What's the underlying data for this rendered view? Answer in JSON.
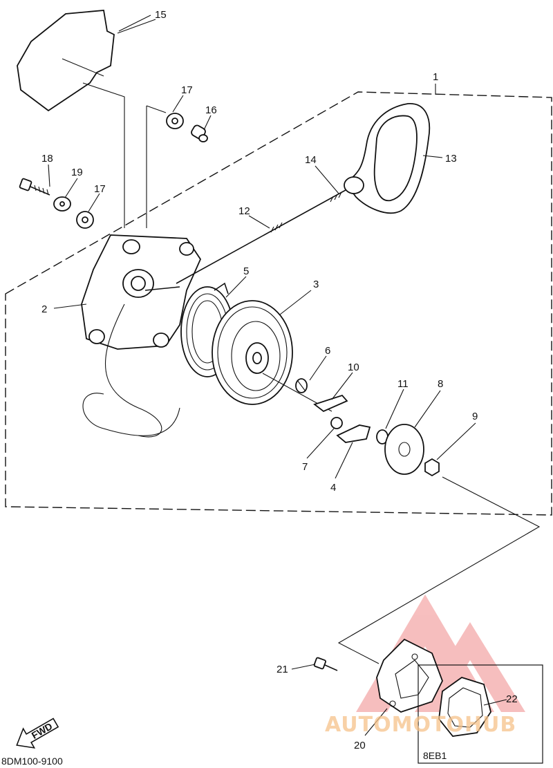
{
  "callouts": [
    {
      "id": "15",
      "text": "15"
    },
    {
      "id": "1",
      "text": "1"
    },
    {
      "id": "17a",
      "text": "17"
    },
    {
      "id": "16",
      "text": "16"
    },
    {
      "id": "13",
      "text": "13"
    },
    {
      "id": "14",
      "text": "14"
    },
    {
      "id": "18",
      "text": "18"
    },
    {
      "id": "19",
      "text": "19"
    },
    {
      "id": "17b",
      "text": "17"
    },
    {
      "id": "12",
      "text": "12"
    },
    {
      "id": "5",
      "text": "5"
    },
    {
      "id": "3",
      "text": "3"
    },
    {
      "id": "2",
      "text": "2"
    },
    {
      "id": "6",
      "text": "6"
    },
    {
      "id": "10",
      "text": "10"
    },
    {
      "id": "11",
      "text": "11"
    },
    {
      "id": "8",
      "text": "8"
    },
    {
      "id": "9",
      "text": "9"
    },
    {
      "id": "7",
      "text": "7"
    },
    {
      "id": "4",
      "text": "4"
    },
    {
      "id": "21",
      "text": "21"
    },
    {
      "id": "22",
      "text": "22"
    },
    {
      "id": "20",
      "text": "20"
    }
  ],
  "variant_label": "8EB1",
  "direction_label": "FWD",
  "diagram_code": "8DM100-9100",
  "watermark": {
    "text": "AUTOMOTOHUB",
    "color_main": "#f6c28a",
    "color_logo": "#f08a8a"
  }
}
